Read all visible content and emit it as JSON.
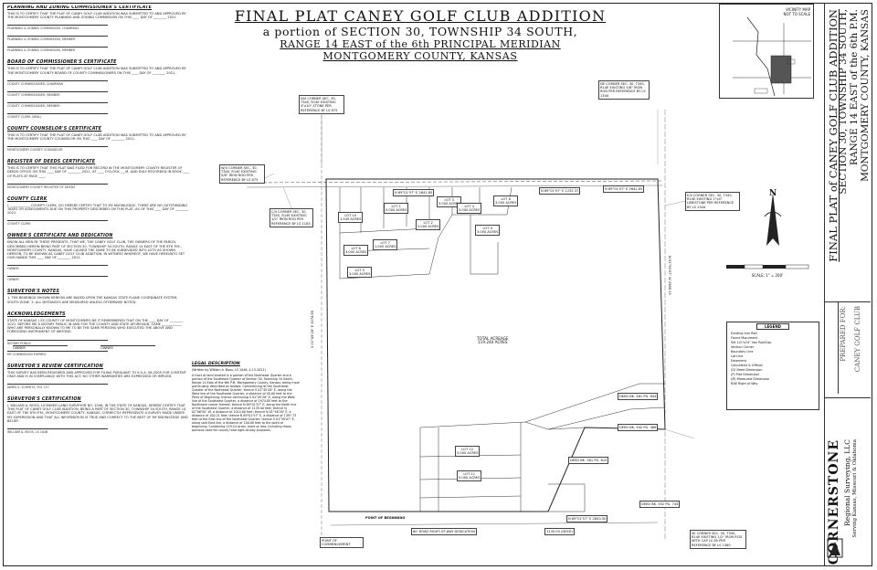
{
  "title": {
    "line1": "FINAL PLAT CANEY GOLF CLUB ADDITION",
    "line2": "a portion of SECTION 30, TOWNSHIP 34 SOUTH,",
    "line3": "RANGE 14 EAST of the 6th PRINCIPAL MERIDIAN",
    "line4": "MONTGOMERY COUNTY, KANSAS"
  },
  "side_title": {
    "line1": "FINAL PLAT of CANEY GOLF CLUB ADDITION",
    "line2": "SECTION 30, TOWNSHIP 34 SOUTH,",
    "line3": "RANGE 14 EAST of the 6th P.M.",
    "line4": "MONTGOMERY COUNTY, KANSAS"
  },
  "firm": {
    "name": "CORNERSTONE",
    "sub1": "Regional Surveying, LLC",
    "sub2": "Serving Kansas, Missouri & Oklahoma",
    "project": "CANEY GOLF CLUB",
    "prepared_for": "PREPARED FOR:"
  },
  "vicinity_map": {
    "label": "VICINITY MAP",
    "note": "NOT TO SCALE"
  },
  "certificates": [
    {
      "heading": "PLANNING AND ZONING COMMISSIONER'S CERTIFICATE",
      "body": "THIS IS TO CERTIFY THAT THE PLAT OF CANEY GOLF CLUB ADDITION WAS SUBMITTED TO AND APPROVED BY THE MONTGOMERY COUNTY PLANNING AND ZONING COMMISSION ON THIS ____ DAY OF ________ 2021.",
      "sigs": [
        "PLANNING & ZONING COMMISSION, CHAIRMAN",
        "PLANNING & ZONING COMMISSION, MEMBER",
        "PLANNING & ZONING COMMISSION, MEMBER"
      ]
    },
    {
      "heading": "BOARD OF COMMISSIONER'S CERTIFICATE",
      "body": "THIS IS TO CERTIFY THAT THE PLAT OF CANEY GOLF CLUB ADDITION WAS SUBMITTED TO AND APPROVED BY THE MONTGOMERY COUNTY BOARD OF COUNTY COMMISSIONERS ON THIS ____ DAY OF ________ 2021.",
      "sigs": [
        "COUNTY COMMISSIONER, CHAIRMAN",
        "COUNTY COMMISSIONER, MEMBER",
        "COUNTY COMMISSIONER, MEMBER",
        "COUNTY CLERK (SEAL)"
      ]
    },
    {
      "heading": "COUNTY COUNSELOR'S CERTIFICATE",
      "body": "THIS IS TO CERTIFY THAT THE PLAT OF CANEY GOLF CLUB ADDITION WAS SUBMITTED TO AND APPROVED BY THE MONTGOMERY COUNTY COUNSELOR ON THIS ____ DAY OF ________ 2021.",
      "sigs": [
        "MONTGOMERY COUNTY COUNSELOR"
      ]
    },
    {
      "heading": "REGISTER OF DEEDS CERTIFICATE",
      "body": "THIS IS TO CERTIFY THAT THIS PLAT WAS FILED FOR RECORD IN THE MONTGOMERY COUNTY REGISTER OF DEEDS OFFICE ON THIS ____ DAY OF ________ 2021, AT ____ O'CLOCK ___M. AND DULY RECORDED IN BOOK ____ OF PLATS AT PAGE ____.",
      "sigs": [
        "MONTGOMERY COUNTY REGISTER OF DEEDS"
      ]
    },
    {
      "heading": "COUNTY CLERK",
      "body": "I, ____________ COUNTY CLERK, DO HEREBY CERTIFY THAT TO MY KNOWLEDGE, THERE ARE NO OUTSTANDING TAXES OR ASSESSMENTS DUE ON THIS PROPERTY DESCRIBED ON THIS PLAT, AS OF THIS ____ DAY OF ________ 2021.",
      "sigs": [
        "COUNTY CLERK"
      ]
    },
    {
      "heading": "OWNER'S CERTIFICATE AND DEDICATION",
      "body": "KNOW ALL MEN BY THESE PRESENTS, THAT WE, THE CANEY GOLF CLUB, THE OWNERS OF THE PARCEL DESCRIBED HEREIN BEING PART OF SECTION 30, TOWNSHIP 34 SOUTH, RANGE 14 EAST OF THE 6TH P.M., MONTGOMERY COUNTY, KANSAS, HAVE CAUSED THE SAME TO BE SUBDIVIDED INTO LOTS AS SHOWN HEREON, TO BE KNOWN AS CANEY GOLF CLUB ADDITION. IN WITNESS WHEREOF, WE HAVE HEREUNTO SET OUR HANDS THIS ____ DAY OF ________ 2021.",
      "sigs": [
        "OWNER",
        "OWNER"
      ]
    },
    {
      "heading": "SURVEYOR'S NOTES",
      "body": "1. THE BEARINGS SHOWN HEREON ARE BASED UPON THE KANSAS STATE PLANE COORDINATE SYSTEM, SOUTH ZONE. 2. ALL DISTANCES ARE MEASURED UNLESS OTHERWISE NOTED.",
      "sigs": []
    },
    {
      "heading": "ACKNOWLEDGEMENTS",
      "body": "STATE OF KANSAS ) SS COUNTY OF MONTGOMERY) BE IT REMEMBERED THAT ON THE ____ DAY OF ________ 2021, BEFORE ME A NOTARY PUBLIC IN AND FOR THE COUNTY AND STATE AFORESAID, CAME ____________ WHO ARE PERSONALLY KNOWN TO ME TO BE THE SAME PERSONS WHO EXECUTED THE ABOVE AND FOREGOING INSTRUMENT OF WRITING.",
      "sigs": [
        "NOTARY PUBLIC",
        "MY COMMISSION EXPIRES"
      ]
    },
    {
      "heading": "SURVEYOR'S REVIEW CERTIFICATION",
      "body": "THIS SURVEY HAS BEEN REVIEWED AND APPROVED FOR FILING PURSUANT TO K.S.A. 58-2005 FOR CONTENT ONLY AND IS IN COMPLIANCE WITH THIS ACT. NO OTHER WARRANTIES ARE EXPRESSED OR IMPLIED.",
      "sigs": [
        "JAMES S. SCHMITZ, PLS 727"
      ]
    },
    {
      "heading": "SURVEYOR'S CERTIFICATION",
      "body": "I, WILLIAM A. BOOS, LICENSED LAND SURVEYOR NO. 1046, IN THE STATE OF KANSAS, HEREBY CERTIFY THAT THIS PLAT OF CANEY GOLF CLUB ADDITION, BEING A PART OF SECTION 30, TOWNSHIP 34 SOUTH, RANGE 14 EAST OF THE 6TH P.M., MONTGOMERY COUNTY, KANSAS, CORRECTLY REPRESENTS A SURVEY MADE UNDER MY SUPERVISION AND THAT ALL INFORMATION IS TRUE AND CORRECT TO THE BEST OF MY KNOWLEDGE AND BELIEF.",
      "sigs": [
        "WILLIAM A. BOOS, LS 1046"
      ]
    }
  ],
  "legal": {
    "heading": "LEGAL DESCRIPTION",
    "by": "(Written by William A. Boos, LS 1046, 4-15-2021)",
    "body": "A tract of land located in a portion of the Northeast Quarter and a portion of the Southeast Quarter of Section 30, Township 34 South, Range 14 East of the 6th P.M. Montgomery County, Kansas, being more particularly described as follows: Commencing at the Southeast Quarter of the Northeast Quarter; thence S 01°45'28\" E, along the West line of the Southeast Quarter, a distance of 40.00 feet to the Point of Beginning; thence continuing S 01°45'28\" E, along the West line of the Southeast Quarter, a distance of 1974.85 feet to the Northwest corner thereof; thence N 89°01'57\" E, along the North line of the Southeast Quarter, a distance of 1135.00 feet; thence N 02°06'50\" W, a distance of 1014.00 feet; thence N 01°46'28\" E, a distance of 100.21 feet; thence N 89°01'57\" E, a distance of 1397.73 feet to the East line of the Northeast Quarter; thence S 01°59'07\" E, along said East line, a distance of 100.00 feet to the point of beginning. Containing 119.24 acres, more or less, including those portions used for county road right-of-way purposes."
  },
  "plat_labels": {
    "total_acreage": "TOTAL ACREAGE",
    "total_acres": "119.240 ACRES",
    "corner_nw": "N/4 CORNER SEC. 30, T34S, R14E EXISTING 4\"x10\" STONE PER REFERENCE BY LS 875",
    "corner_ne": "NE CORNER SEC. 30, T34S, R14E EXISTING 5/8\" IRON ROD PER REFERENCE BY LS 1344",
    "corner_w": "W/4 CORNER SEC. 30, T34S, R14E EXISTING 5/8\" IRON ROD PER REFERENCE BY LS 875",
    "corner_e": "E/4 CORNER SEC. 30, T34S, R14E EXISTING 2\"x4\" LIMESTONE PER REFERENCE BY LS 1344",
    "corner_se": "SE CORNER SEC. 30, T34S, R14E EXISTING 1/2\" IRON ROD WITH CAP LS 85 PER REFERENCE BY LS 1360",
    "corner_c": "C/4 CORNER SEC. 30, T34S, R14E EXISTING 1/2\" IRON ROD PER REFERENCE BY LS 1183",
    "pob": "POINT OF BEGINNING",
    "pocm": "POINT OF COMMENCEMENT",
    "row": "60' ROAD RIGHT-OF-WAY DEDICATION",
    "calls_top": [
      "N 89°01'57\" E  2641.85",
      "N 89°01'57\" E  1232.37",
      "N 89°01'57\" E  2641.85"
    ],
    "calls_side": [
      "S 01°45'28\" E  1974.85",
      "N 01°59'07\" W  2588.13"
    ],
    "calls_bottom": [
      "N 89°01'57\" E  2843.50",
      "1135.00 (DEED)"
    ],
    "lots": [
      {
        "name": "LOT 1",
        "acres": "5.000 ACRES"
      },
      {
        "name": "LOT 2",
        "acres": "5.000 ACRES"
      },
      {
        "name": "LOT 3",
        "acres": "5.000 ACRES"
      },
      {
        "name": "LOT 4",
        "acres": "5.000 ACRES"
      },
      {
        "name": "LOT 5",
        "acres": "3.000 ACRES"
      },
      {
        "name": "LOT 6",
        "acres": "3.000 ACRES"
      },
      {
        "name": "LOT 7",
        "acres": "1.000 ACRES"
      },
      {
        "name": "LOT 8",
        "acres": "3.000 ACRES"
      },
      {
        "name": "LOT 9",
        "acres": "3.000 ACRES"
      },
      {
        "name": "LOT 10",
        "acres": "1.549 ACRES"
      },
      {
        "name": "LOT 11",
        "acres": "5.000 ACRES"
      },
      {
        "name": "LOT 12",
        "acres": "5.000 ACRES"
      }
    ],
    "deed_refs": [
      "DEED BK. 461 PG. 844",
      "DEED BK. 542 PG. 386",
      "DEED BK. 552 PG. 744",
      "DEED BK. 561 PG. 615"
    ]
  },
  "legend": {
    "title": "LEGEND",
    "items": [
      "Existing Iron Rod",
      "Found Monument",
      "Set 1/2\"x24\" Iron Rod/Cap",
      "Section Corner",
      "Boundary Line",
      "Lot Line",
      "Easement",
      "Calculated & Official",
      "(D) Deed Dimension",
      "(P) Plat Dimension",
      "(M) Measured Dimension",
      "R/W Right of Way"
    ]
  },
  "scale": {
    "label": "SCALE: 1\" = 200'"
  },
  "north": {
    "label": "N"
  },
  "owner_label": "OWNER",
  "trustee_label": "OWNER"
}
